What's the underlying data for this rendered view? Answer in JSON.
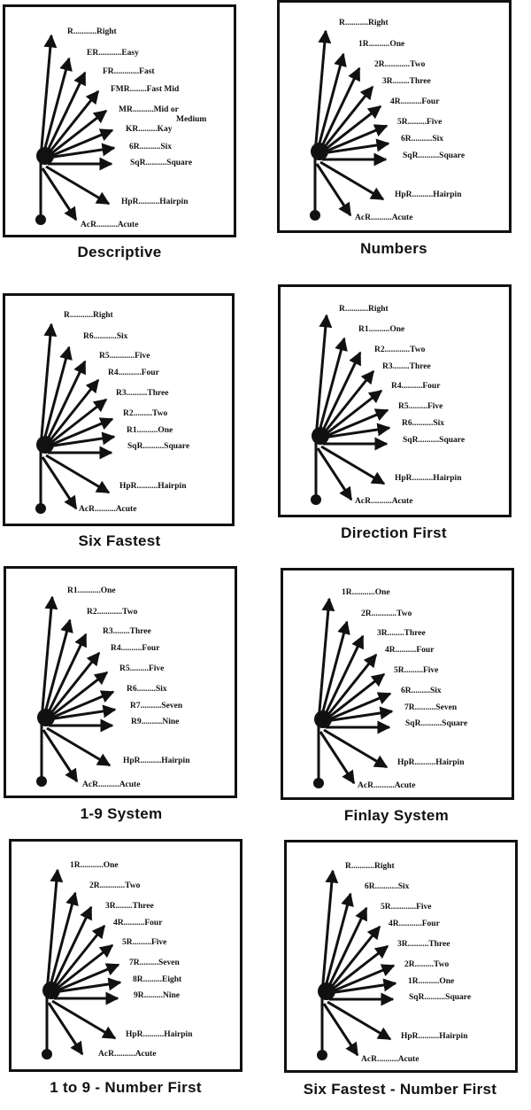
{
  "colors": {
    "ink": "#111111",
    "background": "#ffffff"
  },
  "panels": [
    {
      "title": "Descriptive",
      "labels": [
        "R...........Right",
        "ER...........Easy",
        "FR............Fast",
        "FMR........Fast Mid",
        "MR..........Mid or",
        "Medium",
        "KR.........Kay",
        "6R..........Six",
        "SqR..........Square",
        "HpR..........Hairpin",
        "AcR..........Acute"
      ]
    },
    {
      "title": "Numbers",
      "labels": [
        "R...........Right",
        "1R..........One",
        "2R............Two",
        "3R........Three",
        "4R..........Four",
        "5R.........Five",
        "6R..........Six",
        "SqR..........Square",
        "HpR..........Hairpin",
        "AcR..........Acute"
      ]
    },
    {
      "title": "Six Fastest",
      "labels": [
        "R...........Right",
        "R6...........Six",
        "R5............Five",
        "R4...........Four",
        "R3..........Three",
        "R2.........Two",
        "R1..........One",
        "SqR..........Square",
        "HpR..........Hairpin",
        "AcR..........Acute"
      ]
    },
    {
      "title": "Direction First",
      "labels": [
        "R...........Right",
        "R1..........One",
        "R2............Two",
        "R3........Three",
        "R4..........Four",
        "R5.........Five",
        "R6..........Six",
        "SqR..........Square",
        "HpR..........Hairpin",
        "AcR..........Acute"
      ]
    },
    {
      "title": "1-9 System",
      "labels": [
        "R1...........One",
        "R2............Two",
        "R3........Three",
        "R4..........Four",
        "R5.........Five",
        "R6.........Six",
        "R7..........Seven",
        "R9..........Nine",
        "HpR..........Hairpin",
        "AcR..........Acute"
      ]
    },
    {
      "title": "Finlay System",
      "labels": [
        "1R...........One",
        "2R............Two",
        "3R........Three",
        "4R..........Four",
        "5R.........Five",
        "6R.........Six",
        "7R..........Seven",
        "SqR..........Square",
        "HpR..........Hairpin",
        "AcR..........Acute"
      ]
    },
    {
      "title": "1 to 9 - Number First",
      "labels": [
        "1R...........One",
        "2R............Two",
        "3R........Three",
        "4R..........Four",
        "5R.........Five",
        "7R.........Seven",
        "8R.........Eight",
        "9R.........Nine",
        "HpR..........Hairpin",
        "AcR..........Acute"
      ]
    },
    {
      "title": "Six Fastest - Number First",
      "labels": [
        "R...........Right",
        "6R...........Six",
        "5R............Five",
        "4R...........Four",
        "3R..........Three",
        "2R.........Two",
        "1R..........One",
        "SqR..........Square",
        "HpR..........Hairpin",
        "AcR..........Acute"
      ]
    }
  ]
}
